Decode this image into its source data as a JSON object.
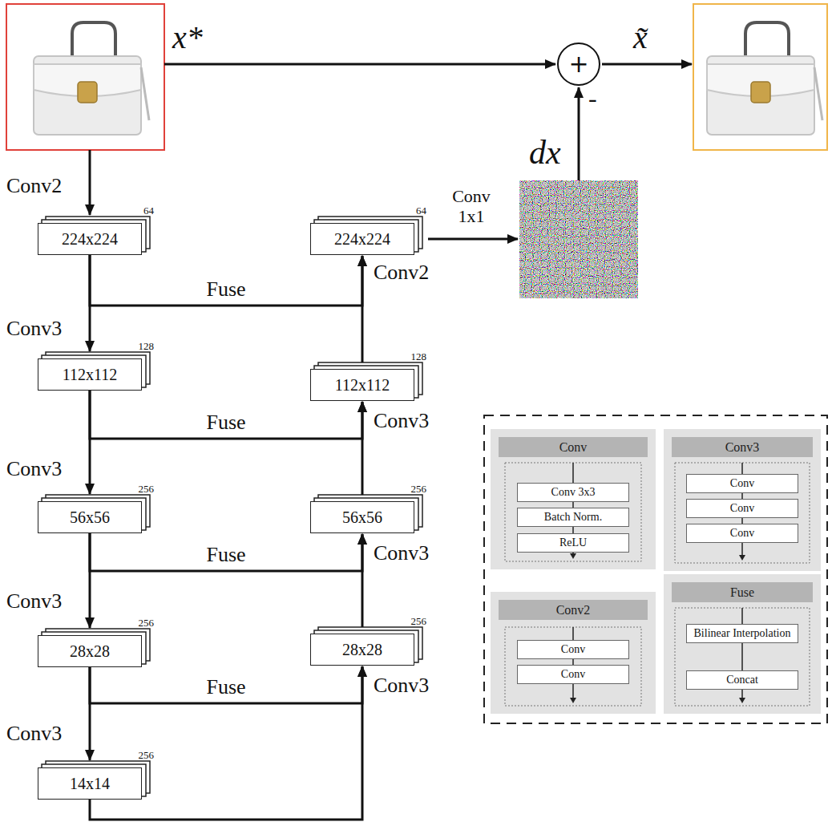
{
  "diagram": {
    "nodes": [
      {
        "text": [
          "+"
        ]
      },
      {
        "text": [
          "224x224",
          "64"
        ]
      },
      {
        "text": [
          "224x224",
          "64"
        ]
      },
      {
        "text": [
          "112x112",
          "128"
        ]
      },
      {
        "text": [
          "112x112",
          "128"
        ]
      },
      {
        "text": [
          "56x56",
          "256"
        ]
      },
      {
        "text": [
          "56x56",
          "256"
        ]
      },
      {
        "text": [
          "28x28",
          "256"
        ]
      },
      {
        "text": [
          "28x28",
          "256"
        ]
      },
      {
        "text": [
          "14x14",
          "256"
        ]
      },
      {
        "text": [
          "Conv"
        ]
      },
      {
        "text": [
          "Conv 3x3"
        ],
        "in": 10
      },
      {
        "text": [
          "Batch Norm."
        ],
        "in": 10
      },
      {
        "text": [
          "ReLU"
        ],
        "in": 10
      },
      {
        "text": [
          "Conv3"
        ]
      },
      {
        "text": [
          "Conv"
        ],
        "in": 14
      },
      {
        "text": [
          "Conv"
        ],
        "in": 14
      },
      {
        "text": [
          "Conv"
        ],
        "in": 14
      },
      {
        "text": [
          "Conv2"
        ]
      },
      {
        "text": [
          "Conv"
        ],
        "in": 18
      },
      {
        "text": [
          "Conv"
        ],
        "in": 18
      },
      {
        "text": [
          "Fuse"
        ]
      },
      {
        "text": [
          "Bilinear Interpolation"
        ],
        "in": 21
      },
      {
        "text": [
          "Concat"
        ],
        "in": 21
      }
    ],
    "edges": [
      {
        "from": 1,
        "to": 3,
        "label": "Conv3",
        "arrow": "to"
      },
      {
        "from": 3,
        "to": 5,
        "label": "Conv3",
        "arrow": "to"
      },
      {
        "from": 5,
        "to": 7,
        "label": "Conv3",
        "arrow": "to"
      },
      {
        "from": 7,
        "to": 9,
        "label": "Conv3",
        "arrow": "to"
      },
      {
        "from": 1,
        "to": 2,
        "label": "Fuse",
        "arrow": "to"
      },
      {
        "from": 3,
        "to": 4,
        "label": "Fuse",
        "arrow": "to"
      },
      {
        "from": 5,
        "to": 6,
        "label": "Fuse",
        "arrow": "to"
      },
      {
        "from": 7,
        "to": 8,
        "label": "Fuse",
        "arrow": "to"
      },
      {
        "from": 9,
        "to": 8,
        "label": "Conv3",
        "arrow": "to"
      },
      {
        "from": 8,
        "to": 6,
        "label": "Conv3",
        "arrow": "to"
      },
      {
        "from": 6,
        "to": 4,
        "label": "Conv3",
        "arrow": "to"
      },
      {
        "from": 4,
        "to": 2,
        "label": "Conv2",
        "arrow": "to"
      }
    ],
    "labels": [
      "x*",
      "x̃",
      "dx",
      "-",
      "Conv2",
      "Conv 1x1"
    ]
  }
}
